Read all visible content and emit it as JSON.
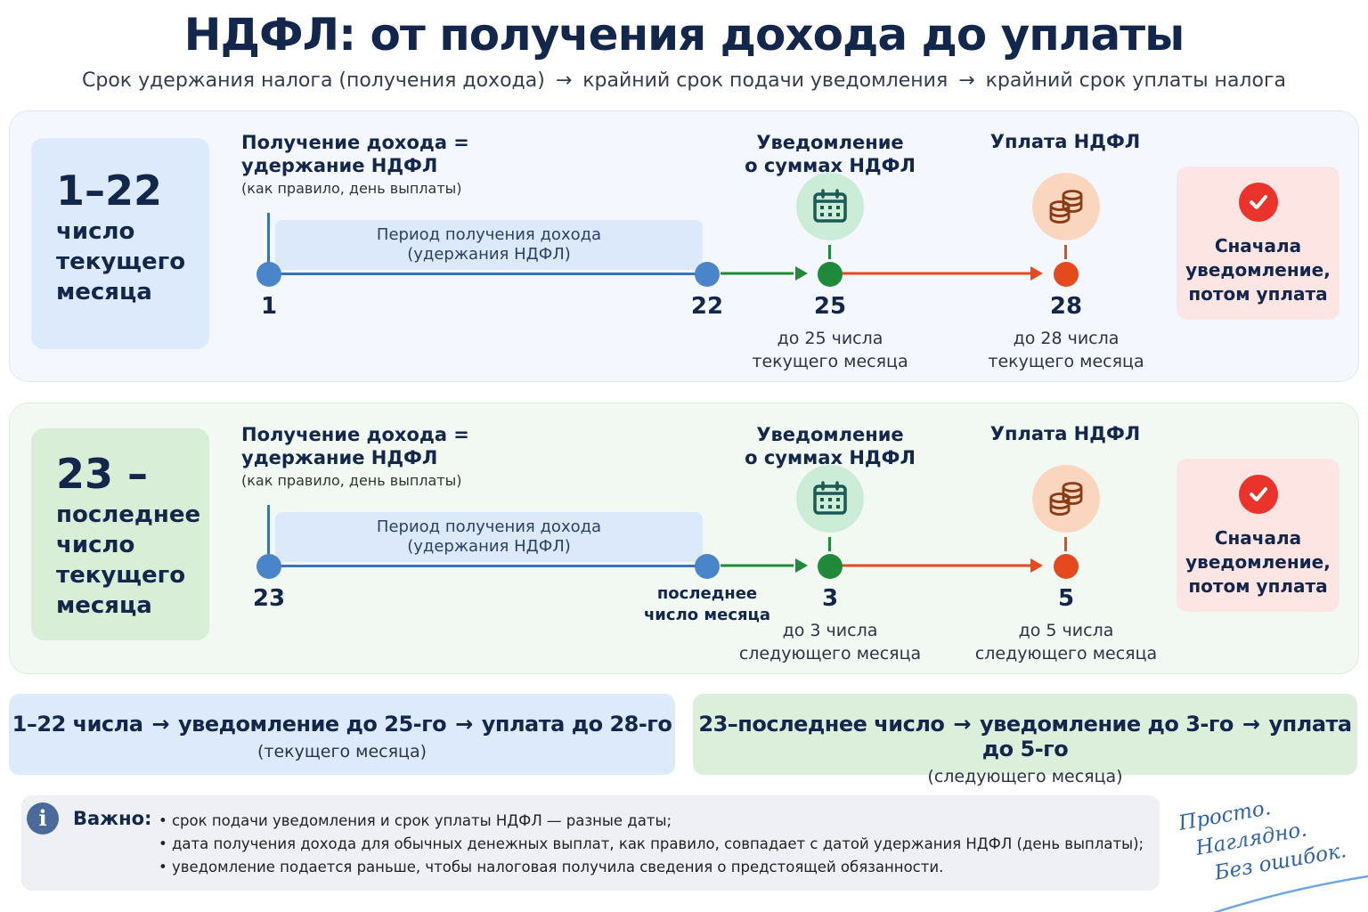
{
  "title": "НДФЛ: от получения дохода до уплаты",
  "subtitle": {
    "part1": "Срок удержания налога (получения дохода)",
    "part2": "крайний срок подачи уведомления",
    "part3": "крайний срок уплаты налога",
    "arrow": "→"
  },
  "labels": {
    "income_line1": "Получение дохода =",
    "income_line2": "удержание НДФЛ",
    "income_note": "(как правило, день выплаты)",
    "notice_line1": "Уведомление",
    "notice_line2": "о суммах НДФЛ",
    "pay": "Уплата НДФЛ",
    "period_line1": "Период получения дохода",
    "period_line2": "(удержания НДФЛ)",
    "result_line1": "Сначала",
    "result_line2": "уведомление,",
    "result_line3": "потом уплата"
  },
  "panel1": {
    "range_big": "1–22",
    "range_l1": "число",
    "range_l2": "текущего",
    "range_l3": "месяца",
    "start": "1",
    "end": "22",
    "notice_day": "25",
    "notice_when_l1": "до 25 числа",
    "notice_when_l2": "текущего месяца",
    "pay_day": "28",
    "pay_when_l1": "до 28 числа",
    "pay_when_l2": "текущего месяца"
  },
  "panel2": {
    "range_big": "23 –",
    "range_l1": "последнее",
    "range_l2": "число",
    "range_l3": "текущего",
    "range_l4": "месяца",
    "start": "23",
    "end_l1": "последнее",
    "end_l2": "число месяца",
    "notice_day": "3",
    "notice_when_l1": "до 3 числа",
    "notice_when_l2": "следующего месяца",
    "pay_day": "5",
    "pay_when_l1": "до 5 числа",
    "pay_when_l2": "следующего месяца"
  },
  "summary": {
    "s1_a": "1–22 числа",
    "s1_b": "уведомление до 25-го",
    "s1_c": "уплата до 28-го",
    "s1_sub": "(текущего месяца)",
    "s2_a": "23–последнее число",
    "s2_b": "уведомление до 3-го",
    "s2_c": "уплата до 5-го",
    "s2_sub": "(следующего месяца)",
    "arrow": "→"
  },
  "important": {
    "icon": "i",
    "head": "Важно:",
    "items": [
      "срок подачи уведомления и срок уплаты НДФЛ — разные даты;",
      "дата получения дохода для обычных денежных выплат, как правило, совпадает с датой удержания НДФЛ (день выплаты);",
      "уведомление подается раньше, чтобы налоговая получила сведения о предстоящей обязанности."
    ]
  },
  "slogan": {
    "l1": "Просто.",
    "l2": "Наглядно.",
    "l3": "Без ошибок."
  },
  "colors": {
    "blue": "#4a84c9",
    "green": "#1f8a3a",
    "red": "#e44a1d",
    "navy": "#13264c"
  },
  "icons": [
    "calendar-icon",
    "coins-icon",
    "checkmark-icon",
    "info-icon"
  ]
}
